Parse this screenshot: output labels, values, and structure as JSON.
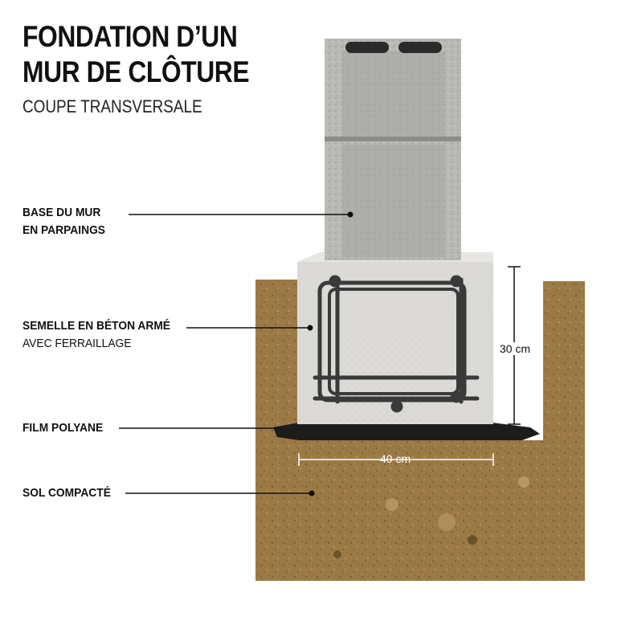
{
  "title": {
    "line1": "FONDATION D’UN",
    "line2": "MUR DE CLÔTURE"
  },
  "subtitle": "COUPE TRANSVERSALE",
  "labels": {
    "wall_base": {
      "line1": "BASE DU MUR",
      "line2": "EN PARPAINGS"
    },
    "footing": {
      "line1": "SEMELLE EN BÉTON ARMÉ",
      "line2": "AVEC FERRAILLAGE"
    },
    "film": "FILM POLYANE",
    "soil": "SOL COMPACTÉ"
  },
  "dimensions": {
    "height": "30 cm",
    "width": "40 cm"
  },
  "colors": {
    "soil": "#9c7a46",
    "soil_dark": "#7e5f33",
    "block": "#b9b9b5",
    "concrete": "#dcdad6",
    "film": "#1c1c1c",
    "rebar": "#3a3a3a",
    "text": "#111111"
  }
}
